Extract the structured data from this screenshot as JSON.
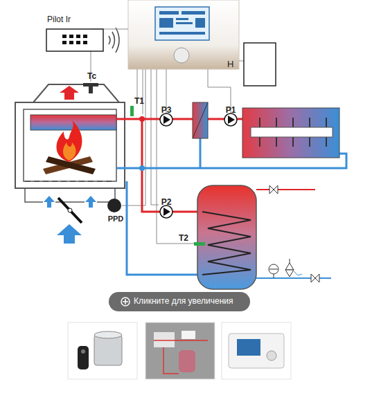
{
  "diagram": {
    "nodes": [
      {
        "text": [
          "Pilot Ir"
        ]
      },
      {
        "text": [
          "H"
        ]
      },
      {
        "text": [
          "Tc"
        ]
      },
      {
        "text": [
          "T1"
        ]
      },
      {
        "text": [
          "P3"
        ]
      },
      {
        "text": [
          "P1"
        ]
      },
      {
        "text": [
          "P2"
        ]
      },
      {
        "text": [
          "PPD"
        ]
      },
      {
        "text": [
          "T2"
        ]
      },
      {
        "text": [
          "Кликните для увеличения"
        ]
      }
    ]
  }
}
